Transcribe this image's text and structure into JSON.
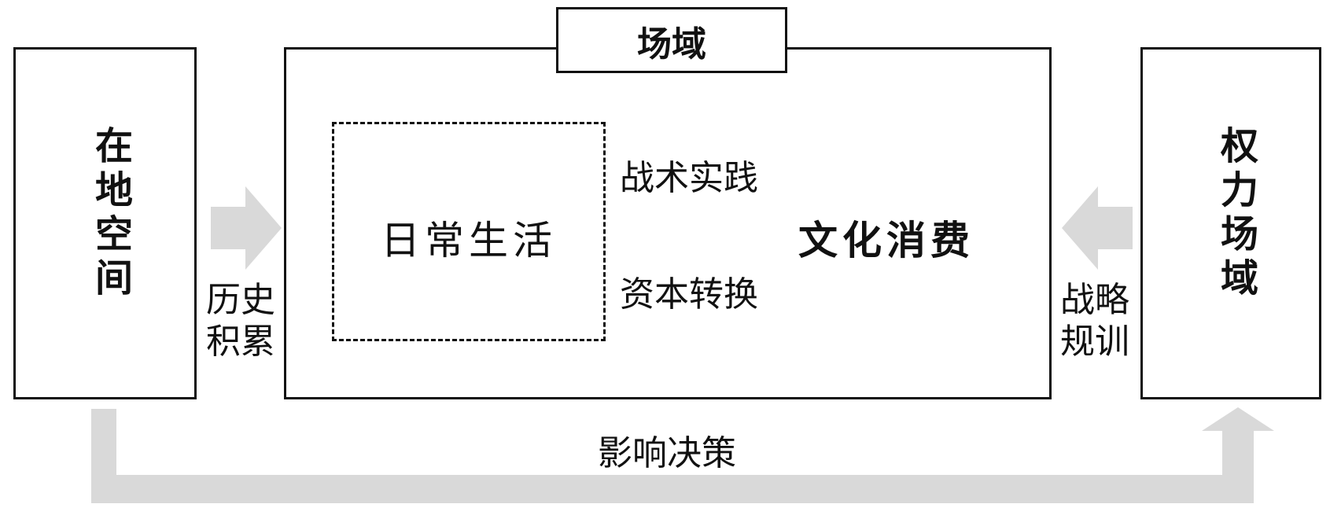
{
  "left_box": {
    "label": "在地空间"
  },
  "right_box": {
    "label": "权力场域"
  },
  "field_box": {
    "title": "场域"
  },
  "daily_life": {
    "label": "日常生活"
  },
  "cultural_consumption": {
    "label": "文化消费"
  },
  "arrows": {
    "top_label": "战术实践",
    "bottom_label": "资本转换"
  },
  "left_arrow": {
    "label_line1": "历史",
    "label_line2": "积累"
  },
  "right_arrow": {
    "label_line1": "战略",
    "label_line2": "规训"
  },
  "bottom_path": {
    "label": "影响决策"
  },
  "colors": {
    "stroke": "#111111",
    "gray_arrow": "#d9d9d9"
  }
}
